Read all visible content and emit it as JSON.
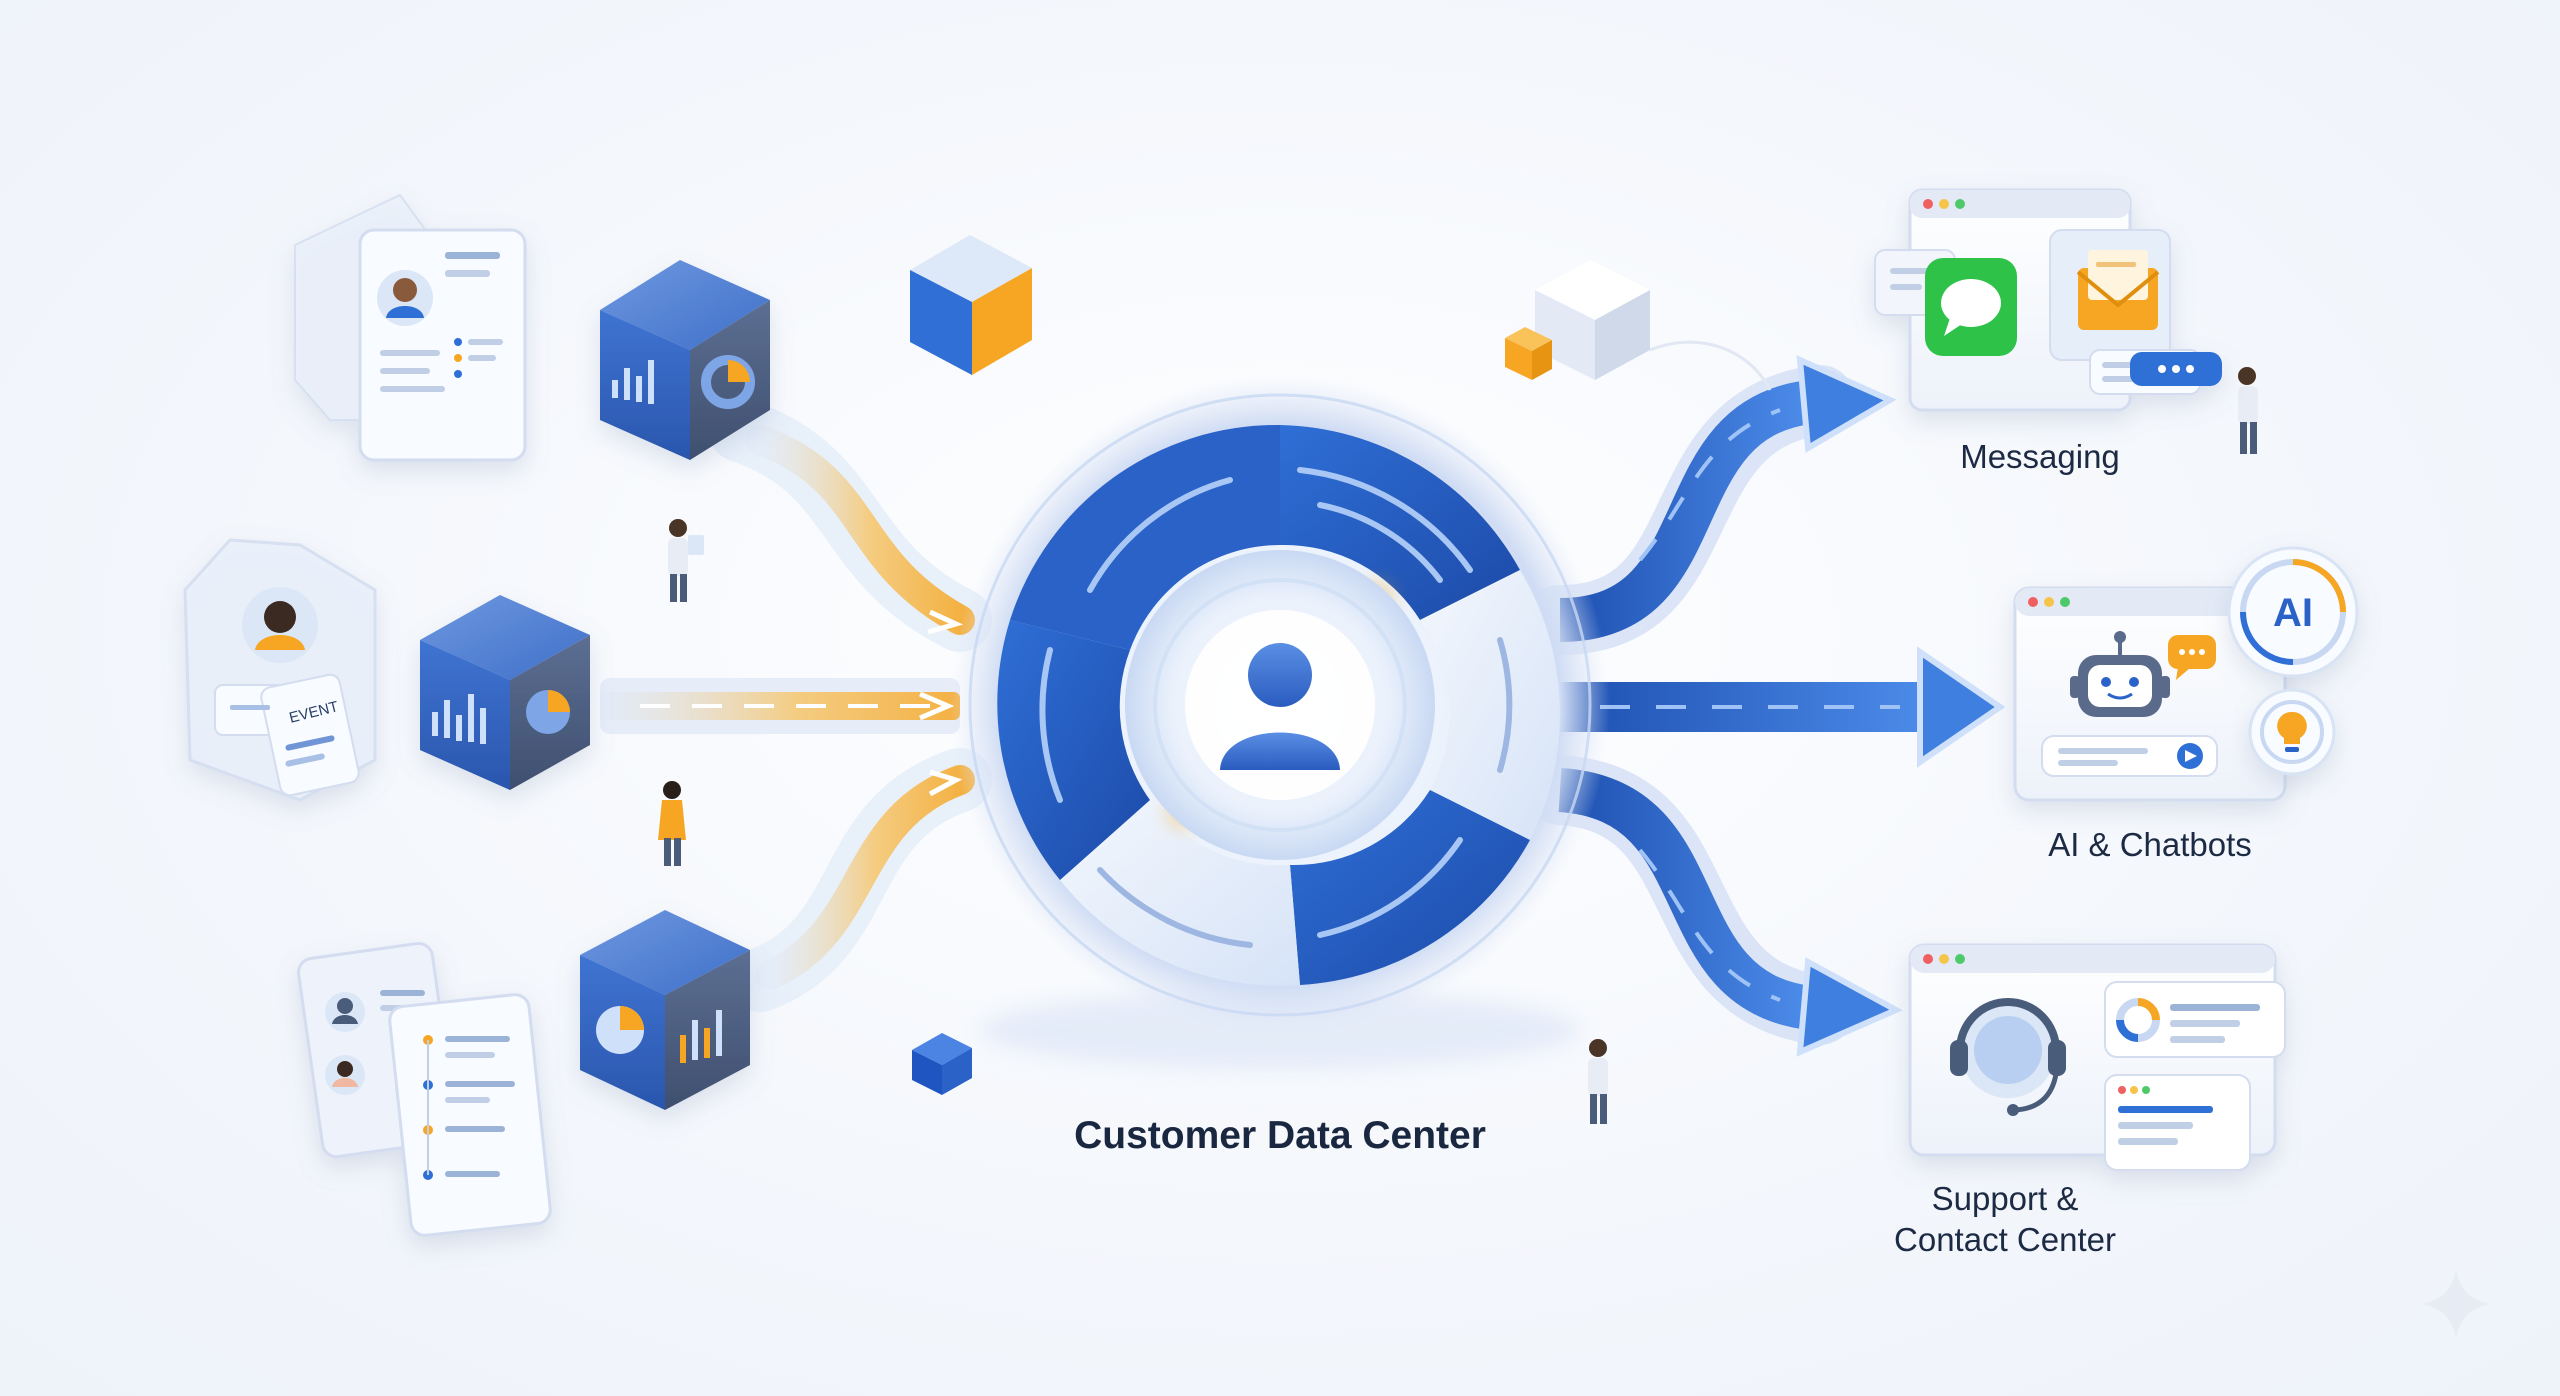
{
  "center": {
    "label": "Customer Data Center"
  },
  "destinations": {
    "messaging": {
      "label": "Messaging"
    },
    "ai": {
      "label": "AI & Chatbots",
      "badge": "AI"
    },
    "support": {
      "label_line1": "Support &",
      "label_line2": "Contact Center"
    }
  },
  "sources": {
    "event_tag": "EVENT"
  },
  "colors": {
    "blue": "#2f6fd6",
    "blue_dark": "#1d4fb0",
    "blue_light": "#8fb6f0",
    "orange": "#f6a623",
    "green": "#2ec24a",
    "text": "#1c2a44"
  },
  "icons": [
    "user-icon",
    "bar-chart-icon",
    "pie-chart-icon",
    "chat-bubble-icon",
    "envelope-icon",
    "robot-icon",
    "lightbulb-icon",
    "headset-icon",
    "sparkle-icon"
  ]
}
